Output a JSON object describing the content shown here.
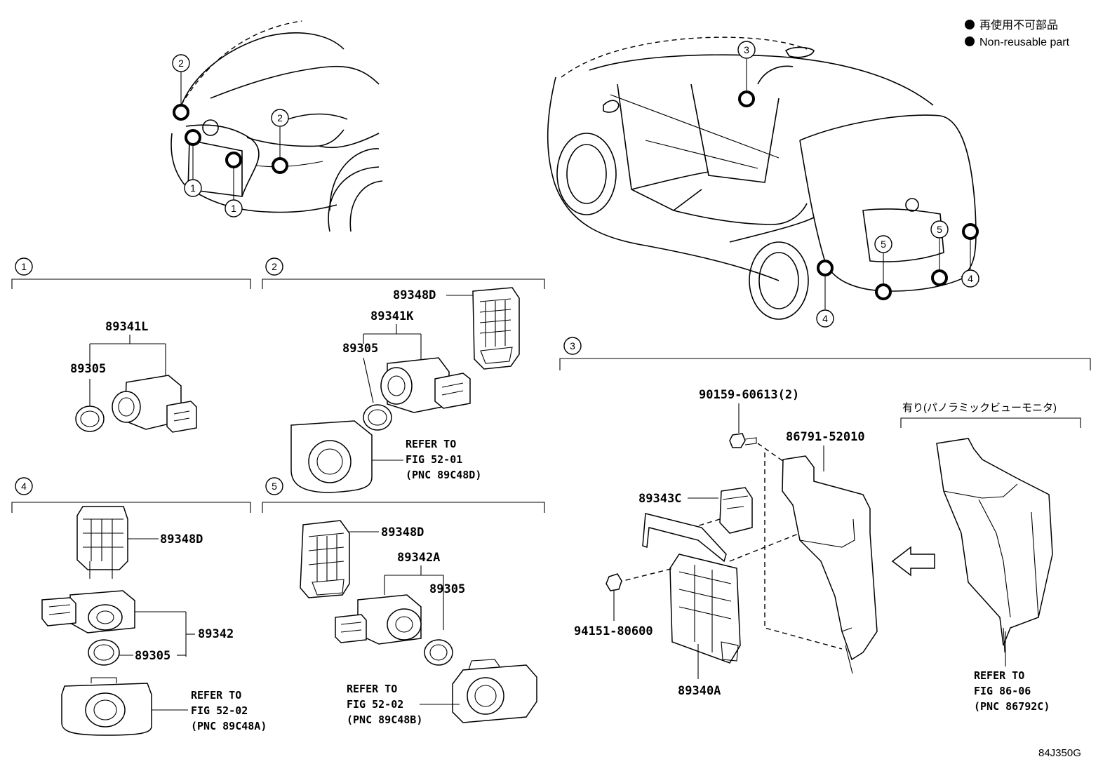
{
  "legend": {
    "jp": "再使用不可部品",
    "en": "Non-reusable part"
  },
  "figure_code": "84J350G",
  "callout_numbers": [
    "1",
    "2",
    "3",
    "4",
    "5"
  ],
  "section1": {
    "number": "1",
    "assembly": "89341L",
    "ring": "89305"
  },
  "section2": {
    "number": "2",
    "holder": "89348D",
    "assembly": "89341K",
    "ring": "89305",
    "refer": [
      "REFER TO",
      "FIG 52-01",
      "(PNC 89C48D)"
    ]
  },
  "section3": {
    "number": "3",
    "bolt": "90159-60613(2)",
    "bracket": "86791-52010",
    "module": "89343C",
    "nut": "94151-80600",
    "ecu": "89340A",
    "option_label": "有り(パノラミックビューモニタ)",
    "refer": [
      "REFER TO",
      "FIG 86-06",
      "(PNC 86792C)"
    ]
  },
  "section4": {
    "number": "4",
    "holder": "89348D",
    "assembly": "89342",
    "ring": "89305",
    "refer": [
      "REFER TO",
      "FIG 52-02",
      "(PNC 89C48A)"
    ]
  },
  "section5": {
    "number": "5",
    "holder": "89348D",
    "assembly": "89342A",
    "ring": "89305",
    "refer": [
      "REFER TO",
      "FIG 52-02",
      "(PNC 89C48B)"
    ]
  }
}
